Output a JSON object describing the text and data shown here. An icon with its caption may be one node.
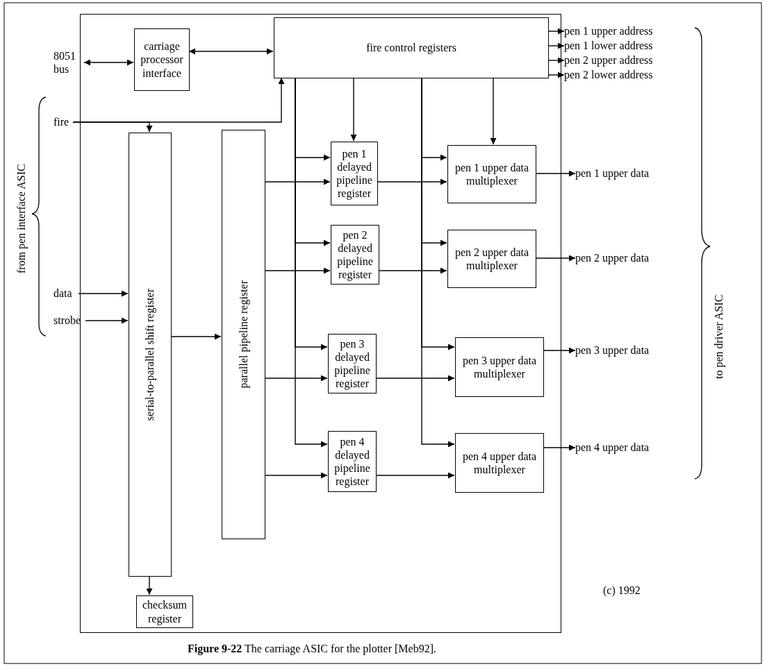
{
  "diagram": {
    "caption": "**Figure 9-22** The carriage ASIC for the plotter [Meb92].",
    "nodes": [
      {
        "text": [],
        "shape": "box"
      },
      {
        "text": [
          "carriage processor interface"
        ],
        "in": 0
      },
      {
        "text": [
          "fire control registers"
        ],
        "in": 0
      },
      {
        "text": [
          "serial-to-parallel shift register"
        ],
        "in": 0
      },
      {
        "text": [
          "parallel pipeline register"
        ],
        "in": 0
      },
      {
        "text": [
          "pen 1 delayed pipeline register"
        ],
        "in": 0
      },
      {
        "text": [
          "pen 1 upper data multiplexer"
        ],
        "in": 0
      },
      {
        "text": [
          "pen 2 delayed pipeline register"
        ],
        "in": 0
      },
      {
        "text": [
          "pen 2 upper data multiplexer"
        ],
        "in": 0
      },
      {
        "text": [
          "pen 3 delayed pipeline register"
        ],
        "in": 0
      },
      {
        "text": [
          "pen 3 upper data multiplexer"
        ],
        "in": 0
      },
      {
        "text": [
          "pen 4 delayed pipeline register"
        ],
        "in": 0
      },
      {
        "text": [
          "pen 4 upper data multiplexer"
        ],
        "in": 0
      },
      {
        "text": [
          "checksum register"
        ],
        "in": 0
      },
      {
        "text": [
          "8051 bus"
        ]
      },
      {
        "text": [
          "fire"
        ]
      },
      {
        "text": [
          "data"
        ]
      },
      {
        "text": [
          "strobe"
        ]
      },
      {
        "text": [
          "pen 1 upper address"
        ]
      },
      {
        "text": [
          "pen 1 lower address"
        ]
      },
      {
        "text": [
          "pen 2 upper address"
        ]
      },
      {
        "text": [
          "pen 2 lower address"
        ]
      },
      {
        "text": [
          "pen 1 upper data"
        ]
      },
      {
        "text": [
          "pen 2 upper data"
        ]
      },
      {
        "text": [
          "pen 3 upper data"
        ]
      },
      {
        "text": [
          "pen 4 upper data"
        ]
      }
    ],
    "edges": [
      {
        "from": 14,
        "to": 1,
        "arrow": "both"
      },
      {
        "from": 1,
        "to": 2,
        "arrow": "both"
      },
      {
        "from": 15,
        "to": 2,
        "arrow": "to"
      },
      {
        "from": 15,
        "to": 3,
        "arrow": "to"
      },
      {
        "from": 16,
        "to": 3,
        "arrow": "to"
      },
      {
        "from": 17,
        "to": 3,
        "arrow": "to"
      },
      {
        "from": 3,
        "to": 4,
        "arrow": "to"
      },
      {
        "from": 3,
        "to": 13,
        "arrow": "to"
      },
      {
        "from": 2,
        "to": 18,
        "arrow": "to"
      },
      {
        "from": 2,
        "to": 19,
        "arrow": "to"
      },
      {
        "from": 2,
        "to": 20,
        "arrow": "to"
      },
      {
        "from": 2,
        "to": 21,
        "arrow": "to"
      },
      {
        "from": 2,
        "to": 5,
        "arrow": "to"
      },
      {
        "from": 2,
        "to": 6,
        "arrow": "to"
      },
      {
        "from": 2,
        "to": 5,
        "arrow": "to"
      },
      {
        "from": 2,
        "to": 7,
        "arrow": "to"
      },
      {
        "from": 2,
        "to": 9,
        "arrow": "to"
      },
      {
        "from": 2,
        "to": 11,
        "arrow": "to"
      },
      {
        "from": 2,
        "to": 6,
        "arrow": "to"
      },
      {
        "from": 2,
        "to": 8,
        "arrow": "to"
      },
      {
        "from": 2,
        "to": 10,
        "arrow": "to"
      },
      {
        "from": 2,
        "to": 12,
        "arrow": "to"
      },
      {
        "from": 4,
        "to": 5,
        "arrow": "to"
      },
      {
        "from": 4,
        "to": 7,
        "arrow": "to"
      },
      {
        "from": 4,
        "to": 9,
        "arrow": "to"
      },
      {
        "from": 4,
        "to": 11,
        "arrow": "to"
      },
      {
        "from": 5,
        "to": 6,
        "arrow": "to"
      },
      {
        "from": 7,
        "to": 8,
        "arrow": "to"
      },
      {
        "from": 9,
        "to": 10,
        "arrow": "to"
      },
      {
        "from": 11,
        "to": 12,
        "arrow": "to"
      },
      {
        "from": 6,
        "to": 22,
        "arrow": "to"
      },
      {
        "from": 8,
        "to": 23,
        "arrow": "to"
      },
      {
        "from": 10,
        "to": 24,
        "arrow": "to"
      },
      {
        "from": 12,
        "to": 25,
        "arrow": "to"
      }
    ],
    "labels": [
      "from pen interface ASIC",
      "to pen driver ASIC",
      "(c) 1992"
    ]
  }
}
